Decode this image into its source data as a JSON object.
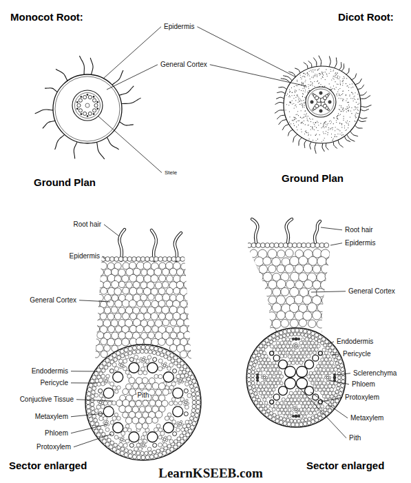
{
  "diagram": {
    "labels": [
      "Monocot Root:",
      "Epidermis",
      "Dicot Root:",
      "General Cortex",
      "Stele",
      "Ground Plan",
      "Ground Plan",
      "Root hair",
      "Epidermis",
      "General Cortex",
      "Endodermis",
      "Pericycle",
      "Conjuctive Tissue",
      "Metaxylem",
      "Pith",
      "Phloem",
      "Protoxylem",
      "Root hair",
      "Epidermis",
      "General Cortex",
      "Endodermis",
      "Pericycle",
      "Sclerenchyma",
      "Phloem",
      "Protoxylem",
      "Metaxylem",
      "Pith",
      "Sector enlarged",
      "Sector enlarged",
      "LearnKSEEB.com"
    ]
  }
}
